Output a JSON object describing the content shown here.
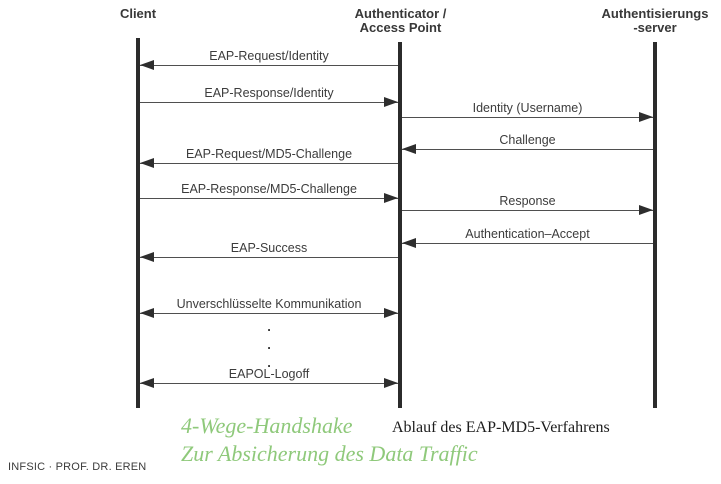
{
  "diagram": {
    "lanes": [
      {
        "id": "client",
        "title_line1": "Client",
        "title_line2": ""
      },
      {
        "id": "authenticator",
        "title_line1": "Authenticator /",
        "title_line2": "Access Point"
      },
      {
        "id": "auth-server",
        "title_line1": "Authentisierungs",
        "title_line2": "-server"
      }
    ],
    "messages": [
      {
        "label": "EAP-Request/Identity",
        "from": "authenticator",
        "to": "client",
        "direction": "left"
      },
      {
        "label": "EAP-Response/Identity",
        "from": "client",
        "to": "authenticator",
        "direction": "right"
      },
      {
        "label": "Identity (Username)",
        "from": "authenticator",
        "to": "auth-server",
        "direction": "right"
      },
      {
        "label": "Challenge",
        "from": "auth-server",
        "to": "authenticator",
        "direction": "left"
      },
      {
        "label": "EAP-Request/MD5-Challenge",
        "from": "authenticator",
        "to": "client",
        "direction": "left"
      },
      {
        "label": "EAP-Response/MD5-Challenge",
        "from": "client",
        "to": "authenticator",
        "direction": "right"
      },
      {
        "label": "Response",
        "from": "authenticator",
        "to": "auth-server",
        "direction": "right"
      },
      {
        "label": "Authentication–Accept",
        "from": "auth-server",
        "to": "authenticator",
        "direction": "left"
      },
      {
        "label": "EAP-Success",
        "from": "authenticator",
        "to": "client",
        "direction": "left"
      },
      {
        "label": "Unverschlüsselte Kommunikation",
        "from": "client",
        "to": "authenticator",
        "direction": "both"
      },
      {
        "label": "EAPOL-Logoff",
        "from": "client",
        "to": "authenticator",
        "direction": "both"
      }
    ],
    "dot": "."
  },
  "footer": {
    "caption_green_line1": "4-Wege-Handshake",
    "caption_black": "Ablauf des EAP-MD5-Verfahrens",
    "caption_green_line2": "Zur Absicherung des Data Traffic",
    "credit": "INFSIC · PROF. DR. EREN"
  },
  "colors": {
    "green": "#8fc97b",
    "line": "#4f4f4f",
    "lifeline": "#2b2b2b"
  }
}
